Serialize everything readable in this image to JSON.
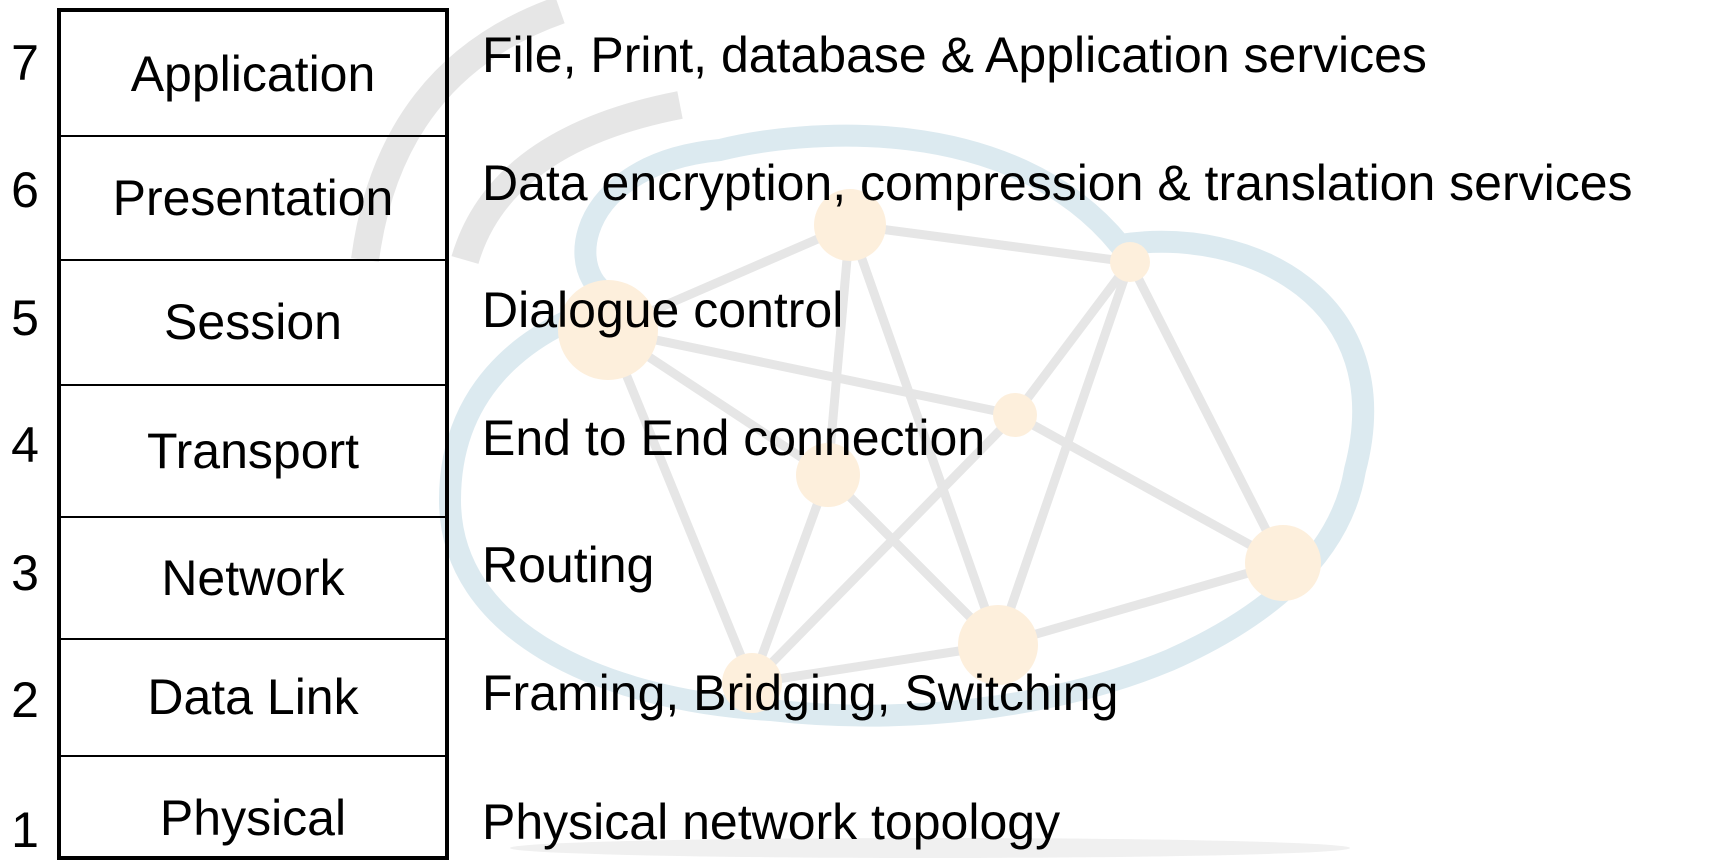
{
  "layers": [
    {
      "number": "7",
      "name": "Application",
      "description": "File, Print, database & Application services"
    },
    {
      "number": "6",
      "name": "Presentation",
      "description": "Data encryption, compression & translation services"
    },
    {
      "number": "5",
      "name": "Session",
      "description": "Dialogue control"
    },
    {
      "number": "4",
      "name": "Transport",
      "description": "End to End connection"
    },
    {
      "number": "3",
      "name": "Network",
      "description": "Routing"
    },
    {
      "number": "2",
      "name": "Data Link",
      "description": "Framing, Bridging, Switching"
    },
    {
      "number": "1",
      "name": "Physical",
      "description": "Physical network topology"
    }
  ],
  "watermark": {
    "icon": "network-mesh-cloud-icon",
    "colors": {
      "cloud": "#dbe9ef",
      "links": "#e6e6e6",
      "nodes": "#fdeedb",
      "arcs": "#e4e4e4"
    }
  }
}
